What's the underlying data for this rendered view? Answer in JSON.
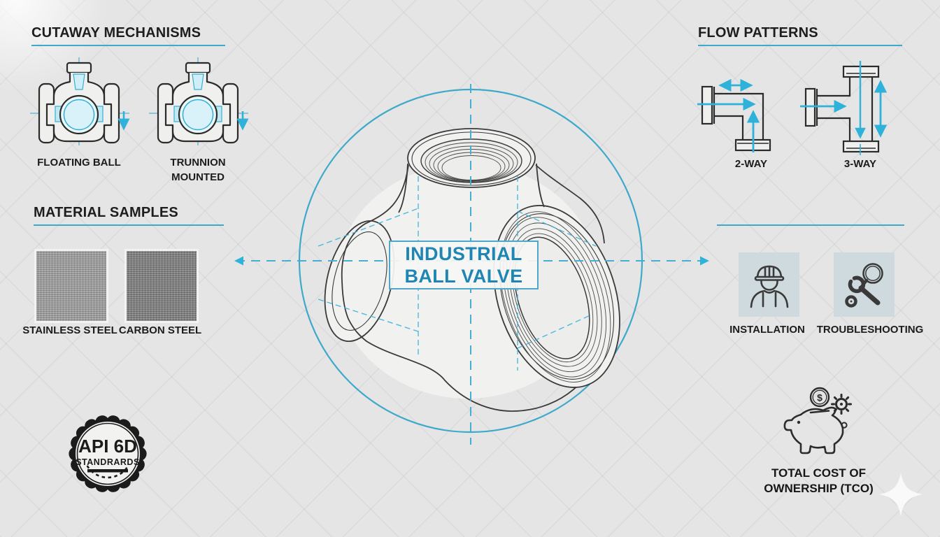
{
  "cutaway": {
    "title": "CUTAWAY MECHANISMS",
    "items": [
      {
        "label": "FLOATING BALL",
        "icon": "floating-ball-cutaway-diagram"
      },
      {
        "label": "TRUNNION MOUNTED",
        "icon": "trunnion-cutaway-diagram"
      }
    ]
  },
  "flow": {
    "title": "FLOW PATTERNS",
    "items": [
      {
        "label": "2-WAY",
        "icon": "elbow-flow-diagram"
      },
      {
        "label": "3-WAY",
        "icon": "tee-flow-diagram"
      }
    ]
  },
  "materials": {
    "title": "MATERIAL SAMPLES",
    "items": [
      {
        "label": "STAINLESS STEEL",
        "color": "#9c9c9c"
      },
      {
        "label": "CARBON STEEL",
        "color": "#7d7d7d"
      }
    ]
  },
  "center_label": {
    "line1": "INDUSTRIAL",
    "line2": "BALL VALVE"
  },
  "badge": {
    "line1": "API 6D",
    "line2": "STANDRARDS",
    "icon": "seal-stamp-icon"
  },
  "services": {
    "items": [
      {
        "label": "INSTALLATION",
        "icon": "construction-worker-icon"
      },
      {
        "label": "TROUBLESHOOTING",
        "icon": "wrench-magnifier-icon"
      }
    ]
  },
  "tco": {
    "label": "TOTAL COST OF OWNERSHIP (TCO)",
    "icon": "piggy-bank-icon"
  },
  "colors": {
    "accent_teal": "#3fa9c9",
    "arrow_cyan": "#2fb2d9",
    "label_blue": "#1f86b4",
    "ink": "#1d1d1d",
    "background": "#e5e5e6",
    "tile_background": "#cfdade"
  }
}
